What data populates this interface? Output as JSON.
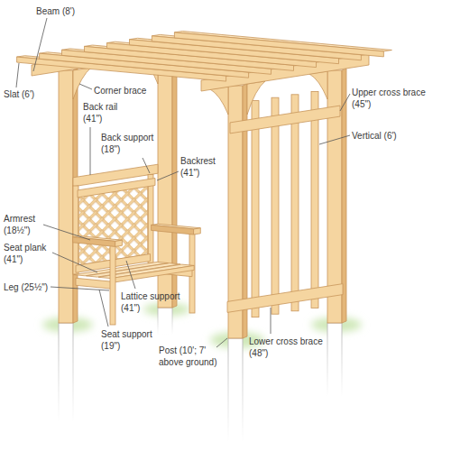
{
  "diagram": {
    "labels": [
      "Beam (8')",
      "Slat (6')",
      "Corner brace",
      "Back rail (41\")",
      "Back support (18\")",
      "Backrest (41\")",
      "Upper cross brace (45\")",
      "Vertical (6')",
      "Armrest (18½\")",
      "Seat plank (41\")",
      "Lattice support (41\")",
      "Leg (25½\")",
      "Seat support (19\")",
      "Post (10'; 7' above ground)",
      "Lower cross brace (48\")"
    ]
  }
}
